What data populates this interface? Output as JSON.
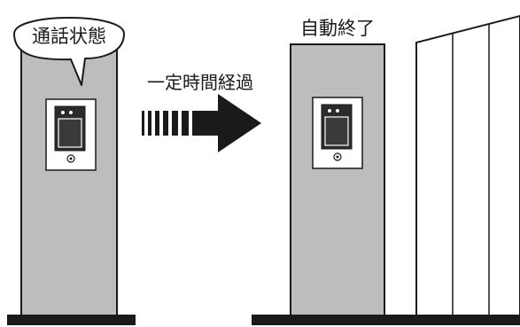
{
  "labels": {
    "speech_bubble": "通話状態",
    "transition": "一定時間経過",
    "end_state": "自動終了"
  },
  "colors": {
    "pillar_fill": "#bdbdbd",
    "pillar_stroke": "#1a1a1a",
    "panel_fill": "#ffffff",
    "intercom_body": "#2b2b2b",
    "ground": "#1a1a1a",
    "arrow": "#1a1a1a",
    "background": "#ffffff"
  },
  "icons": {
    "arrow": "right-arrow-icon",
    "speech": "speech-bubble-icon"
  }
}
